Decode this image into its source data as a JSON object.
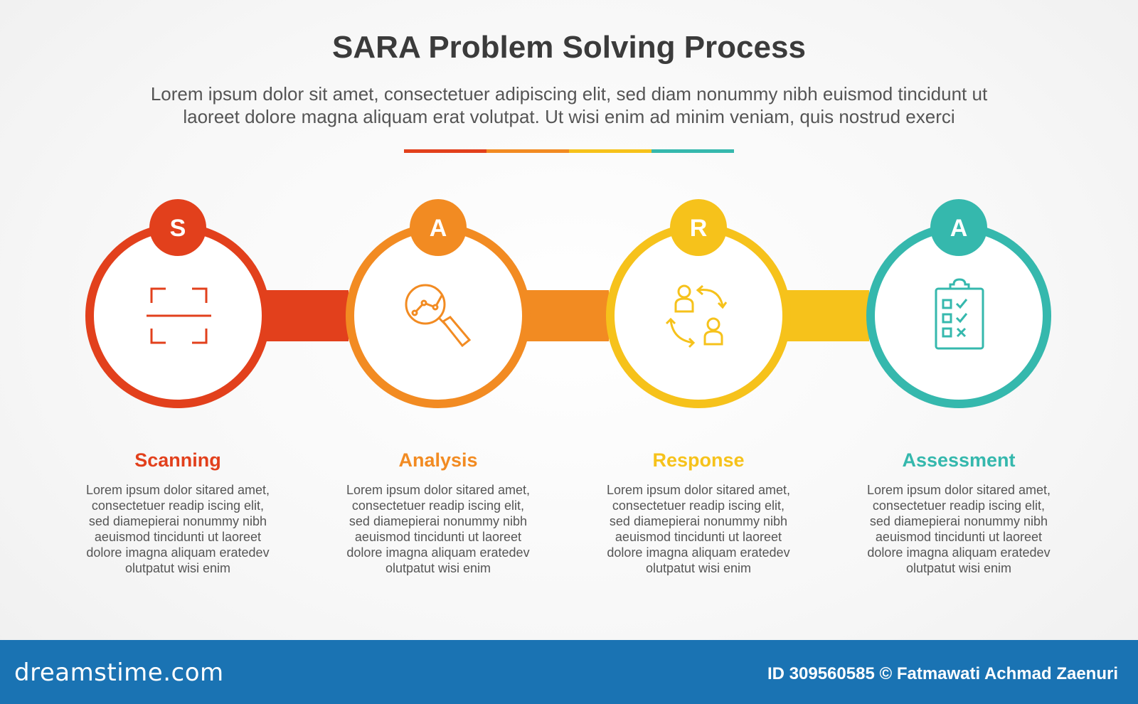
{
  "header": {
    "title": "SARA Problem Solving Process",
    "subtitle_line1": "Lorem ipsum dolor sit amet, consectetuer adipiscing elit, sed diam nonummy nibh euismod tincidunt ut",
    "subtitle_line2": "laoreet dolore magna aliquam erat volutpat. Ut wisi enim ad minim veniam, quis nostrud exerci"
  },
  "colors": {
    "scanning": "#e2401c",
    "analysis": "#f28b22",
    "response": "#f6c21b",
    "assessment": "#35b8ad"
  },
  "steps": [
    {
      "letter": "S",
      "label": "Scanning",
      "icon": "scan-frame-icon",
      "description": "Lorem ipsum dolor sitared amet, consectetuer readip iscing elit, sed diamepierai nonummy nibh  aeuismod tincidunti ut laoreet dolore imagna aliquam eratedev olutpatut wisi enim"
    },
    {
      "letter": "A",
      "label": "Analysis",
      "icon": "magnifier-analysis-icon",
      "description": "Lorem ipsum dolor sitared amet, consectetuer readip iscing elit, sed diamepierai nonummy nibh  aeuismod tincidunti ut laoreet dolore imagna aliquam eratedev olutpatut wisi enim"
    },
    {
      "letter": "R",
      "label": "Response",
      "icon": "people-exchange-icon",
      "description": "Lorem ipsum dolor sitared amet, consectetuer readip iscing elit, sed diamepierai nonummy nibh  aeuismod tincidunti ut laoreet dolore imagna aliquam eratedev olutpatut wisi enim"
    },
    {
      "letter": "A",
      "label": "Assessment",
      "icon": "clipboard-checklist-icon",
      "description": "Lorem ipsum dolor sitared amet, consectetuer readip iscing elit, sed diamepierai nonummy nibh  aeuismod tincidunti ut laoreet dolore imagna aliquam eratedev olutpatut wisi enim"
    }
  ],
  "footer": {
    "brand": "dreamstime.com",
    "credit": "ID 309560585 © Fatmawati  Achmad Zaenuri"
  }
}
